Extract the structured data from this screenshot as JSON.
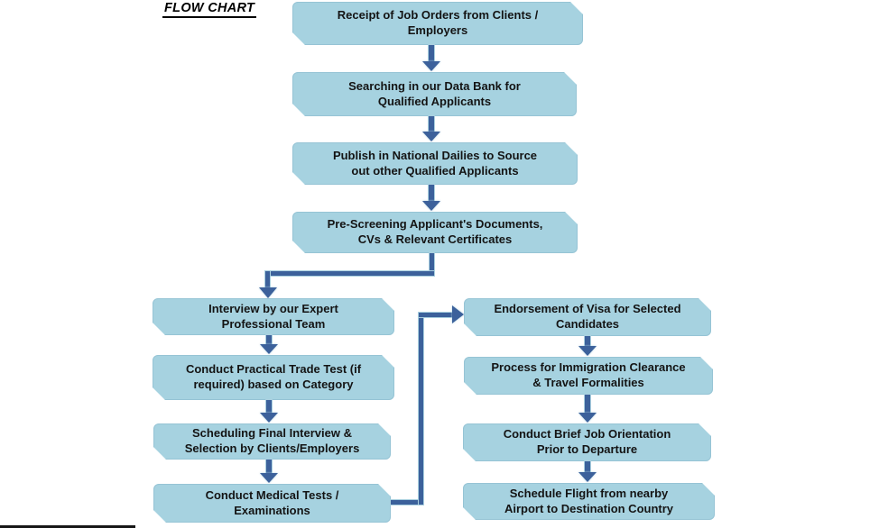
{
  "title": "FLOW CHART",
  "colors": {
    "node_fill": "#A6D2E0",
    "arrow": "#3C619B",
    "arrow_outline": "#A9CFDF",
    "text": "#141414"
  },
  "nodes": [
    {
      "id": "receipt-job-orders",
      "label": "Receipt of Job Orders from Clients /\nEmployers"
    },
    {
      "id": "search-data-bank",
      "label": "Searching in our Data Bank for\nQualified Applicants"
    },
    {
      "id": "publish-national-dailies",
      "label": "Publish in National Dailies to Source\nout other Qualified Applicants"
    },
    {
      "id": "pre-screening-documents",
      "label": "Pre-Screening Applicant's Documents,\nCVs & Relevant Certificates"
    },
    {
      "id": "interview-expert-team",
      "label": "Interview by our Expert\nProfessional Team"
    },
    {
      "id": "practical-trade-test",
      "label": "Conduct Practical Trade Test (if\nrequired) based on Category"
    },
    {
      "id": "final-interview-selection",
      "label": "Scheduling Final Interview &\nSelection by Clients/Employers"
    },
    {
      "id": "medical-tests",
      "label": "Conduct Medical Tests /\nExaminations"
    },
    {
      "id": "visa-endorsement",
      "label": "Endorsement of Visa for Selected\nCandidates"
    },
    {
      "id": "immigration-clearance",
      "label": "Process for Immigration Clearance\n& Travel Formalities"
    },
    {
      "id": "job-orientation",
      "label": "Conduct Brief Job Orientation\nPrior to Departure"
    },
    {
      "id": "flight-schedule",
      "label": "Schedule Flight from nearby\nAirport to Destination Country"
    }
  ],
  "edges": [
    {
      "from": "receipt-job-orders",
      "to": "search-data-bank"
    },
    {
      "from": "search-data-bank",
      "to": "publish-national-dailies"
    },
    {
      "from": "publish-national-dailies",
      "to": "pre-screening-documents"
    },
    {
      "from": "pre-screening-documents",
      "to": "interview-expert-team"
    },
    {
      "from": "interview-expert-team",
      "to": "practical-trade-test"
    },
    {
      "from": "practical-trade-test",
      "to": "final-interview-selection"
    },
    {
      "from": "final-interview-selection",
      "to": "medical-tests"
    },
    {
      "from": "medical-tests",
      "to": "visa-endorsement"
    },
    {
      "from": "visa-endorsement",
      "to": "immigration-clearance"
    },
    {
      "from": "immigration-clearance",
      "to": "job-orientation"
    },
    {
      "from": "job-orientation",
      "to": "flight-schedule"
    }
  ]
}
